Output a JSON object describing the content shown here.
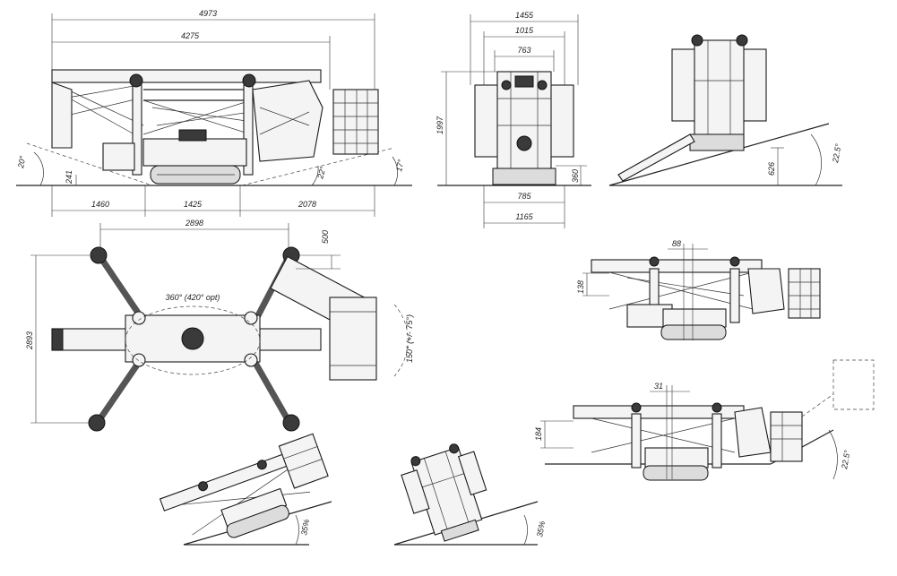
{
  "side_view": {
    "overall_length": "4973",
    "boom_length": "4275",
    "front_angle": "20°",
    "ground_clearance": "241",
    "rear_angle1": "22°",
    "rear_angle2": "17°",
    "front_overhang": "1460",
    "track_length": "1425",
    "rear_overhang": "2078"
  },
  "front_view": {
    "total_width": "1455",
    "body_width": "1015",
    "inner_width": "763",
    "height": "1997",
    "track_height": "360",
    "track_inner": "785",
    "track_outer": "1165"
  },
  "slope_view": {
    "angle": "22.5°",
    "height": "626"
  },
  "top_view": {
    "outrigger_span": "2898",
    "outrigger_offset": "500",
    "total_depth": "2893",
    "rotation": "360° (420° opt)",
    "jib_rotation": "150° (+/- 75°)"
  },
  "side_view_2": {
    "offset": "88",
    "height": "138"
  },
  "side_view_3": {
    "offset": "31",
    "height": "184",
    "angle": "22.5°"
  },
  "slopes": {
    "angle_left": "35%",
    "angle_right": "35%"
  }
}
